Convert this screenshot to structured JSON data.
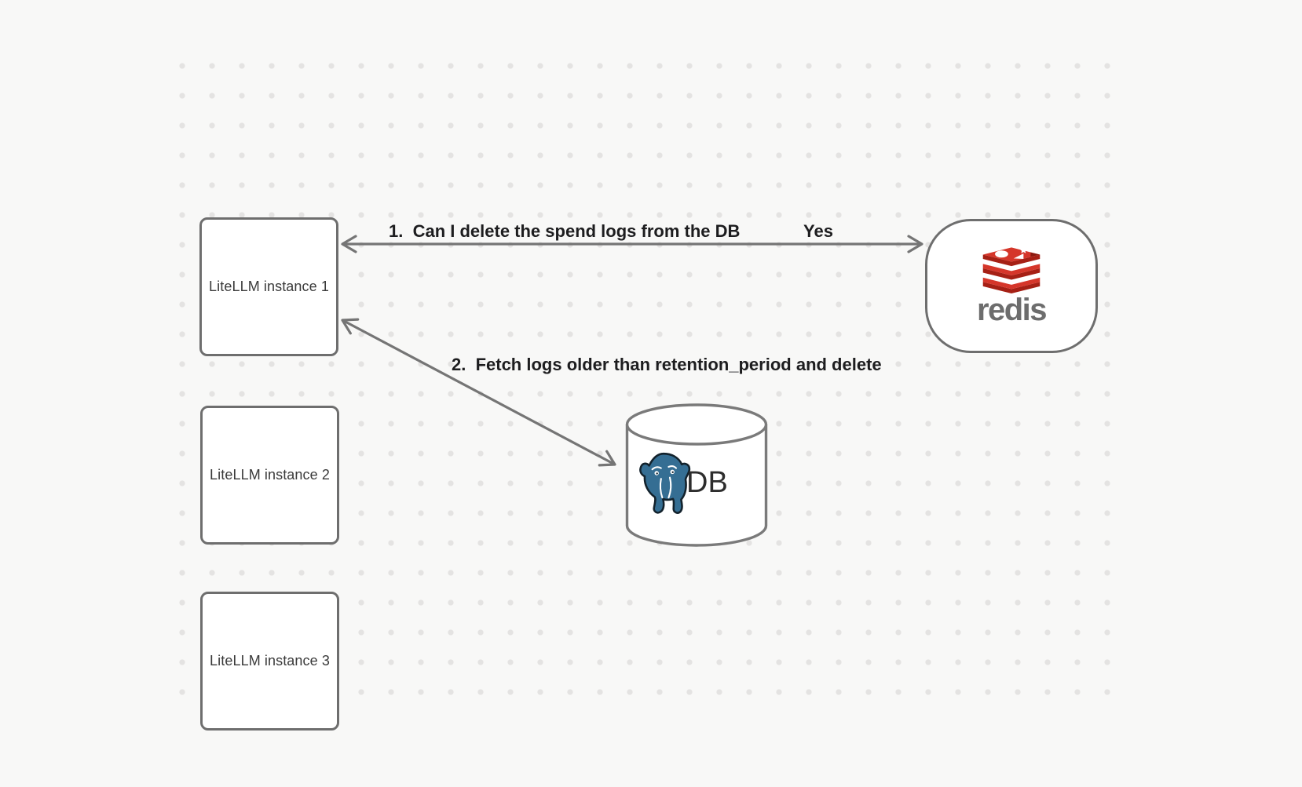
{
  "nodes": {
    "litellm_instances": [
      {
        "label": "LiteLLM instance 1"
      },
      {
        "label": "LiteLLM instance 2"
      },
      {
        "label": "LiteLLM instance 3"
      }
    ],
    "redis": {
      "label": "redis",
      "icon": "redis-stack-icon"
    },
    "db": {
      "label": "DB",
      "icon": "postgresql-elephant-icon"
    }
  },
  "arrows": [
    {
      "label": "1.  Can I delete the spend logs from the DB",
      "response": "Yes",
      "from": "LiteLLM instance 1",
      "to": "redis",
      "direction": "bidirectional"
    },
    {
      "label": "2.  Fetch logs older than retention_period and delete",
      "from": "LiteLLM instance 1",
      "to": "DB",
      "direction": "bidirectional"
    }
  ],
  "colors": {
    "background": "#f8f8f7",
    "dot_grid": "#e4e3e2",
    "shape_border": "#6e6e6e",
    "arrow": "#757575",
    "flow_label_text": "#1d1d1f",
    "node_text": "#3a3a3a",
    "redis_red": "#d5362a",
    "redis_dark_red": "#a62015",
    "redis_wordmark_gray": "#6d6d6d",
    "postgres_blue": "#356e93",
    "db_text": "#2d2d2d"
  }
}
